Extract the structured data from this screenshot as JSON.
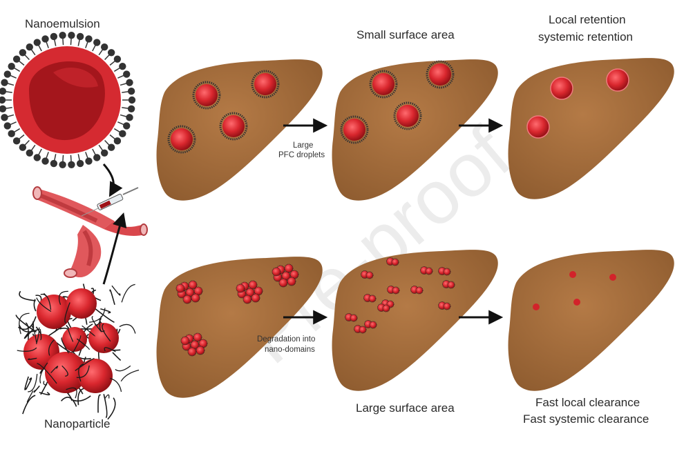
{
  "labels": {
    "nanoemulsion": "Nanoemulsion",
    "nanoparticle": "Nanoparticle",
    "small_surface_area": "Small surface area",
    "large_surface_area": "Large surface area",
    "local_retention_1": "Local retention",
    "local_retention_2": "systemic retention",
    "large_pfc_1": "Large",
    "large_pfc_2": "PFC droplets",
    "degradation_1": "Degradation into",
    "degradation_2": "nano-domains",
    "fast_clear_1": "Fast local clearance",
    "fast_clear_2": "Fast systemic clearance"
  },
  "watermark": "Pre-proof",
  "colors": {
    "liver": "#a9713f",
    "liver_dark": "#7d4f27",
    "droplet": "#d9272e",
    "droplet_dark": "#9e1217",
    "shell": "#3a3a3a",
    "arrow": "#111111"
  }
}
